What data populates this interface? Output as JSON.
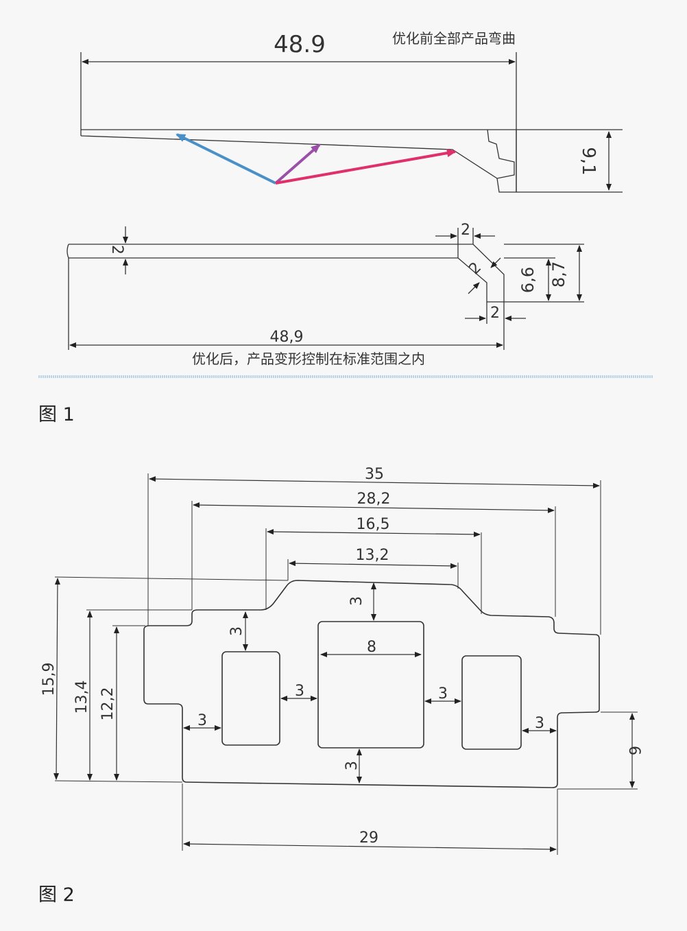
{
  "figure1": {
    "top_view": {
      "width_dim": "48.9",
      "height_dim": "9,1",
      "caption": "优化前全部产品弯曲",
      "arrow_colors": {
        "blue": "#4a90c8",
        "purple": "#9b4fa8",
        "pink": "#e0306a"
      }
    },
    "bottom_view": {
      "thickness_dim": "2",
      "top_right_dim": "2",
      "slope_dim": "2",
      "bottom_right_dim": "2",
      "height_inner_dim": "6,6",
      "height_outer_dim": "8,7",
      "width_dim": "48,9",
      "caption": "优化后，产品变形控制在标准范围之内"
    },
    "label": "图 1",
    "divider_color": "#b8d4e6"
  },
  "figure2": {
    "dims": {
      "overall_width": "35",
      "width_282": "28,2",
      "width_165": "16,5",
      "width_132": "13,2",
      "height_159": "15,9",
      "height_134": "13,4",
      "height_122": "12,2",
      "top_wall": "3",
      "left_hole_top": "3",
      "center_hole_width": "8",
      "gap_left": "3",
      "gap_right": "3",
      "left_wall": "3",
      "right_wall": "3",
      "bottom_wall": "3",
      "right_height": "6",
      "bottom_width": "29"
    },
    "label": "图 2"
  }
}
